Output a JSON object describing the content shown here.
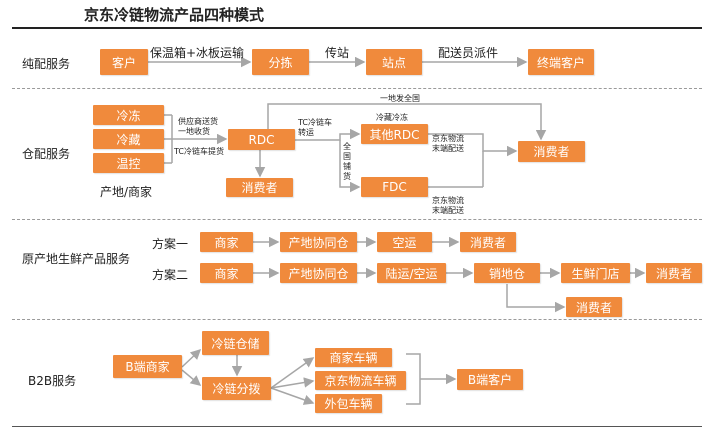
{
  "title": "京东冷链物流产品四种模式",
  "sections": {
    "s1": "纯配服务",
    "s2": "仓配服务",
    "s3": "原产地生鲜产品服务",
    "s4": "B2B服务"
  },
  "s1": {
    "customer": "客户",
    "edge1": "保温箱+冰板运输",
    "sorting": "分拣",
    "edge2": "传站",
    "station": "站点",
    "edge3": "配送员派件",
    "end_customer": "终端客户"
  },
  "s2": {
    "frozen": "冷冻",
    "chilled": "冷藏",
    "temp_ctrl": "温控",
    "origin_label": "产地/商家",
    "supplier_note_1": "供应商送货",
    "supplier_note_2": "一地收货",
    "tc_pick": "TC冷链车提货",
    "rdc": "RDC",
    "consumer_a": "消费者",
    "nationwide": "一地发全国",
    "tc_transfer_1": "TC冷链车",
    "tc_transfer_2": "转运",
    "cold_chain": "冷藏冷冻",
    "other_rdc": "其他RDC",
    "national_1": "全",
    "national_2": "国",
    "national_3": "铺",
    "national_4": "货",
    "fdc": "FDC",
    "jd_last_1a": "京东物流",
    "jd_last_1b": "末端配送",
    "jd_last_2a": "京东物流",
    "jd_last_2b": "末端配送",
    "consumer_b": "消费者"
  },
  "s3": {
    "plan1": "方案一",
    "plan2": "方案二",
    "p1": [
      "商家",
      "产地协同仓",
      "空运",
      "消费者"
    ],
    "p2": [
      "商家",
      "产地协同仓",
      "陆运/空运",
      "销地仓",
      "生鲜门店",
      "消费者"
    ],
    "p2_branch": "消费者"
  },
  "s4": {
    "b_merchant": "B端商家",
    "cold_storage": "冷链仓储",
    "cold_dispatch": "冷链分拨",
    "merchant_vehicle": "商家车辆",
    "jd_vehicle": "京东物流车辆",
    "outsourced_vehicle": "外包车辆",
    "b_customer": "B端客户"
  },
  "colors": {
    "box": "#f08a3c",
    "line": "#a6a6a6"
  }
}
